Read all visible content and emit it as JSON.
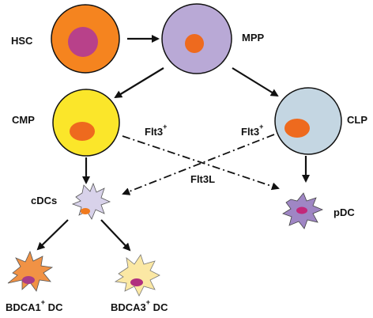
{
  "nodes": {
    "hsc": {
      "label": "HSC"
    },
    "mpp": {
      "label": "MPP"
    },
    "cmp": {
      "label": "CMP"
    },
    "clp": {
      "label": "CLP"
    },
    "cdcs": {
      "label": "cDCs"
    },
    "pdc": {
      "label": "pDC"
    },
    "bdca1": {
      "label_main": "BDCA1",
      "label_sup": "+",
      "label_tail": " DC"
    },
    "bdca3": {
      "label_main": "BDCA3",
      "label_sup": "+",
      "label_tail": " DC"
    }
  },
  "edges": {
    "cmp_flt3": {
      "main": "Flt3",
      "sup": "+"
    },
    "clp_flt3": {
      "main": "Flt3",
      "sup": "+"
    },
    "flt3l": {
      "label": "Flt3L"
    }
  },
  "colors": {
    "hsc_fill": "#f5841f",
    "hsc_nucleus": "#b8418a",
    "mpp_fill": "#b9a9d6",
    "mpp_nucleus": "#ee6a1e",
    "cmp_fill": "#fbe62a",
    "cmp_nucleus": "#ee6a1e",
    "clp_fill": "#c4d6e2",
    "clp_nucleus": "#ee6a1e",
    "cdc_fill": "#d8d2ea",
    "cdc_nucleus": "#f07a1e",
    "pdc_fill": "#9f86c4",
    "pdc_nucleus": "#c2287a",
    "bdca1_fill": "#f19245",
    "bdca1_nucleus": "#a83c88",
    "bdca3_fill": "#fbe8a4",
    "bdca3_nucleus": "#b0307f",
    "stroke": "#111111"
  }
}
